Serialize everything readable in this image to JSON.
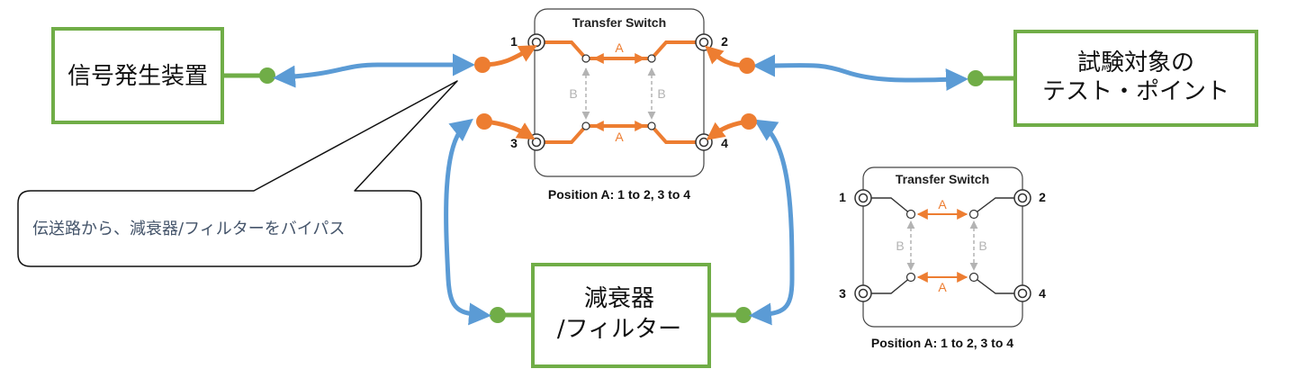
{
  "devices": {
    "signal_generator": "信号発生装置",
    "test_point_line1": "試験対象の",
    "test_point_line2": "テスト・ポイント",
    "attenuator_line1": "減衰器",
    "attenuator_line2": "/フィルター"
  },
  "switch_main": {
    "title": "Transfer Switch",
    "port1": "1",
    "port2": "2",
    "port3": "3",
    "port4": "4",
    "path_a": "A",
    "path_b": "B",
    "position": "Position A: 1 to 2, 3 to 4"
  },
  "switch_legend": {
    "title": "Transfer Switch",
    "port1": "1",
    "port2": "2",
    "port3": "3",
    "port4": "4",
    "path_a": "A",
    "path_b": "B",
    "position": "Position A: 1 to 2, 3 to 4"
  },
  "callout": {
    "text": "伝送路から、減衰器/フィルターをバイパス"
  },
  "colors": {
    "orange": "#ed7d31",
    "blue": "#5b9bd5",
    "green": "#70ad47",
    "gray": "#b3b3b3"
  }
}
